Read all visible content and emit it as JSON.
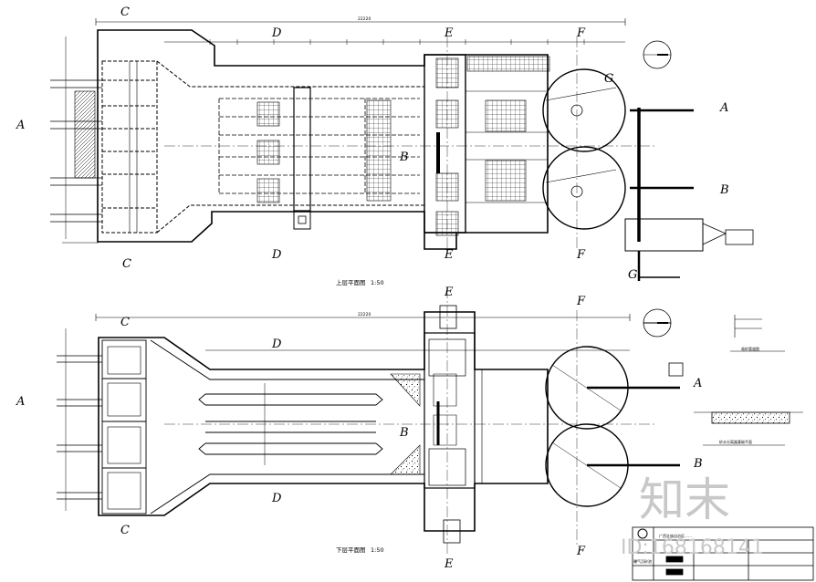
{
  "section_marks": {
    "C": "C",
    "D": "D",
    "E": "E",
    "F": "F",
    "G": "G",
    "A": "A",
    "B": "B"
  },
  "upper_plan": {
    "title": "上层平面图",
    "scale": "1:50",
    "overall_dim": "22220"
  },
  "lower_plan": {
    "title": "下层平面图",
    "scale": "1:50",
    "overall_dim": "22220"
  },
  "details": {
    "sand_pipe_title": "吸砂管道图",
    "sand_channel_title": "砂水分离器基础平面"
  },
  "title_block": {
    "org": "广西壮族自治区……",
    "drawing_name": "曝气沉砂池"
  },
  "watermark": {
    "brand": "知末",
    "id_text": "ID:168168141"
  },
  "colors": {
    "line": "#000000",
    "background": "#ffffff",
    "watermark": "#c8c8c8"
  }
}
